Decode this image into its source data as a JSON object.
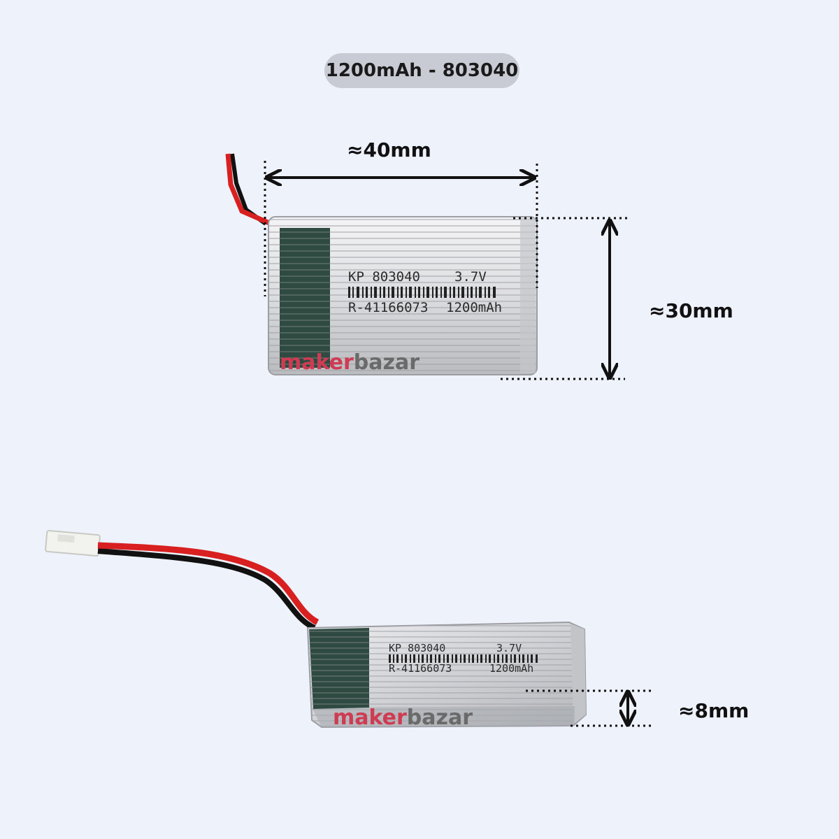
{
  "title": "1200mAh - 803040",
  "dimensions": {
    "width": "≈40mm",
    "height": "≈30mm",
    "thickness": "≈8mm"
  },
  "battery_label": {
    "line1_model": "KP 803040",
    "line1_voltage": "3.7V",
    "line2_serial": "R-41166073",
    "line2_capacity": "1200mAh"
  },
  "watermark": {
    "maker": "maker",
    "bazar": "bazar"
  },
  "colors": {
    "background": "#eef2fb",
    "pill": "#c8cbd3",
    "cell_silver": "#d9dadd",
    "cell_edge": "#9c9ea3",
    "band_dark": "#2f4a40",
    "wire_red": "#d82020",
    "wire_black": "#111111",
    "connector_white": "#f2f2ee"
  }
}
